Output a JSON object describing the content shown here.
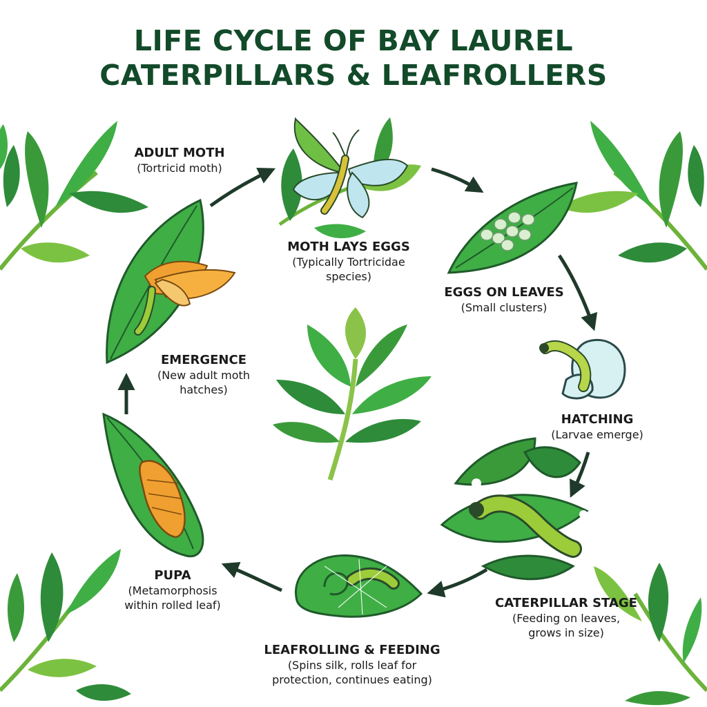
{
  "title": {
    "line1": "LIFE CYCLE OF BAY LAUREL",
    "line2": "CATERPILLARS & LEAFROLLERS"
  },
  "stages": {
    "adult_moth": {
      "name": "ADULT MOTH",
      "desc1": "(Tortricid moth)"
    },
    "moth_lays_eggs": {
      "name": "MOTH LAYS EGGS",
      "desc1": "(Typically Tortricidae",
      "desc2": "species)"
    },
    "eggs_on_leaves": {
      "name": "EGGS ON LEAVES",
      "desc1": "(Small clusters)"
    },
    "hatching": {
      "name": "HATCHING",
      "desc1": "(Larvae emerge)"
    },
    "caterpillar_stage": {
      "name": "CATERPILLAR STAGE",
      "desc1": "(Feeding on leaves,",
      "desc2": "grows in size)"
    },
    "leafrolling_feeding": {
      "name": "LEAFROLLING & FEEDING",
      "desc1": "(Spins silk, rolls leaf for",
      "desc2": "protection, continues eating)"
    },
    "pupa": {
      "name": "PUPA",
      "desc1": "(Metamorphosis",
      "desc2": "within rolled leaf)"
    },
    "emergence": {
      "name": "EMERGENCE",
      "desc1": "(New adult moth",
      "desc2": "hatches)"
    }
  },
  "colors": {
    "title": "#124a2a",
    "arrow": "#1f3a2a",
    "leaf_dark": "#2e8b3a",
    "leaf_light": "#7cc242",
    "moth_orange": "#f0a030",
    "moth_blue": "#bfe6ee",
    "caterpillar": "#9ccc3a"
  }
}
